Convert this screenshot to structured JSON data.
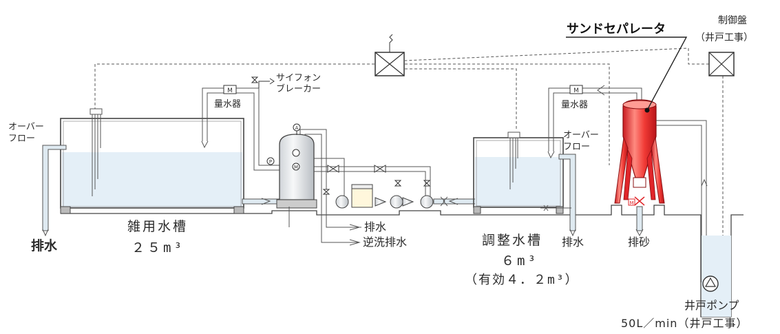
{
  "labels": {
    "sand_separator": "サンドセパレータ",
    "control_panel_line1": "制御盤",
    "control_panel_line2": "（井戸工事）",
    "overflow_left_1": "オーバー",
    "overflow_left_2": "フロー",
    "drain_main": "排水",
    "tank1_name": "雑用水槽",
    "tank1_volume": "２５m³",
    "siphon_1": "サイフォン",
    "siphon_2": "ブレーカー",
    "meter_left": "量水器",
    "meter_right": "量水器",
    "overflow_right_1": "オーバー",
    "overflow_right_2": "フロー",
    "drain_filter": "排水",
    "backwash_drain": "逆洗排水",
    "tank2_name": "調整水槽",
    "tank2_volume": "６m³",
    "tank2_effective": "（有効４．２m³）",
    "drain_tank2": "排水",
    "sand_drain": "排砂",
    "well_pump_1": "井戸ポンプ",
    "well_pump_2": "50L／min（井戸工事）"
  },
  "symbols": {
    "meter_mark": "M",
    "gauge_a": "A",
    "gauge_p": "P",
    "valve_m": "M"
  },
  "colors": {
    "pipe": "#4a4a4a",
    "water_fill": "#e4eff7",
    "pipe_fill": "#dfeaf1",
    "separator_red": "#e0262a",
    "separator_highlight": "#ff7a72",
    "dashed_signal": "#555555"
  }
}
